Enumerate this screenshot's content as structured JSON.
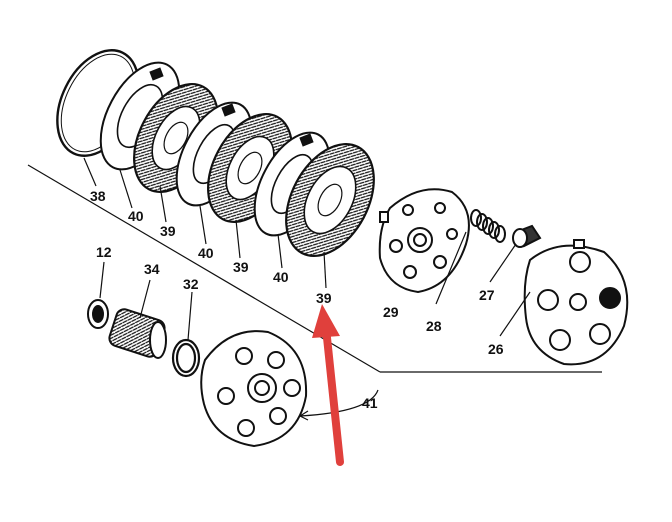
{
  "diagram": {
    "part_labels": {
      "p38": "38",
      "p40a": "40",
      "p39a": "39",
      "p40b": "40",
      "p39b": "39",
      "p40c": "40",
      "p39c": "39",
      "p29": "29",
      "p28": "28",
      "p27": "27",
      "p26": "26",
      "p12": "12",
      "p34": "34",
      "p32": "32",
      "p41": "41"
    },
    "colors": {
      "ink": "#111111",
      "arrow": "#e0403c"
    }
  }
}
